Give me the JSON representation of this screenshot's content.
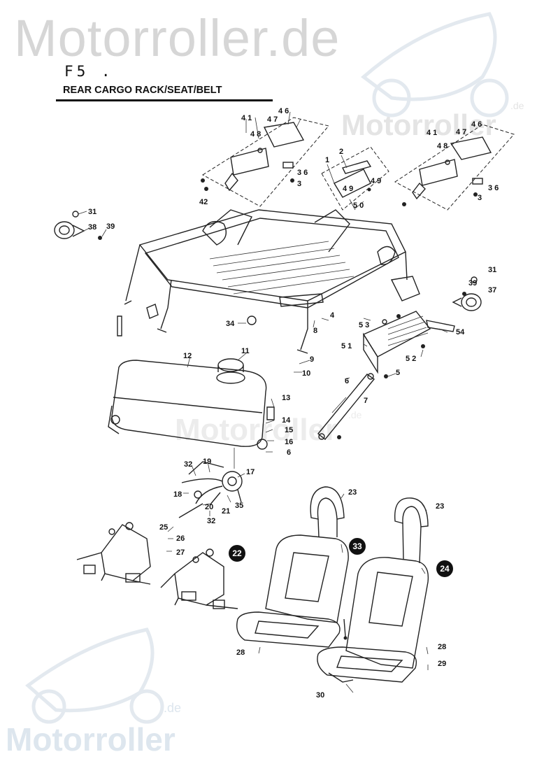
{
  "watermarks": {
    "top": "Motorroller.de",
    "bottom": "Motorroller",
    "bottom_de": ".de",
    "mid1": "Motorroller",
    "mid1_de": ".de",
    "mid2": "Motorroller",
    "mid2_de": ".de"
  },
  "diagram_code": "F5 .",
  "diagram_title": "REAR CARGO RACK/SEAT/BELT",
  "parts": {
    "p41a": "4 1",
    "p46a": "4 6",
    "p47a": "4 7",
    "p48a": "4 8",
    "p36a": "3 6",
    "p3a": "3",
    "p42": "42",
    "p1": "1",
    "p2": "2",
    "p49a": "4 9",
    "p49b": "4 9",
    "p50": "5 0",
    "p41b": "4 1",
    "p47b": "4 7",
    "p46b": "4 6",
    "p48b": "4 8",
    "p36b": "3 6",
    "p3b": "3",
    "p31a": "31",
    "p38": "38",
    "p39a": "39",
    "p31b": "31",
    "p39b": "39",
    "p37": "37",
    "p4": "4",
    "p8": "8",
    "p34": "34",
    "p53": "5 3",
    "p54": "54",
    "p51": "5 1",
    "p52": "5 2",
    "p12": "12",
    "p11": "11",
    "p9": "9",
    "p10": "10",
    "p6a": "6",
    "p5": "5",
    "p7": "7",
    "p13": "13",
    "p14": "14",
    "p15": "15",
    "p16": "16",
    "p6b": "6",
    "p17": "17",
    "p32a": "32",
    "p19": "19",
    "p18": "18",
    "p20": "20",
    "p21": "21",
    "p35": "35",
    "p32b": "32",
    "p23a": "23",
    "p23b": "23",
    "p33": "33",
    "p24": "24",
    "p25": "25",
    "p26": "26",
    "p27": "27",
    "p22": "22",
    "p28a": "28",
    "p28b": "28",
    "p29": "29",
    "p30": "30"
  }
}
